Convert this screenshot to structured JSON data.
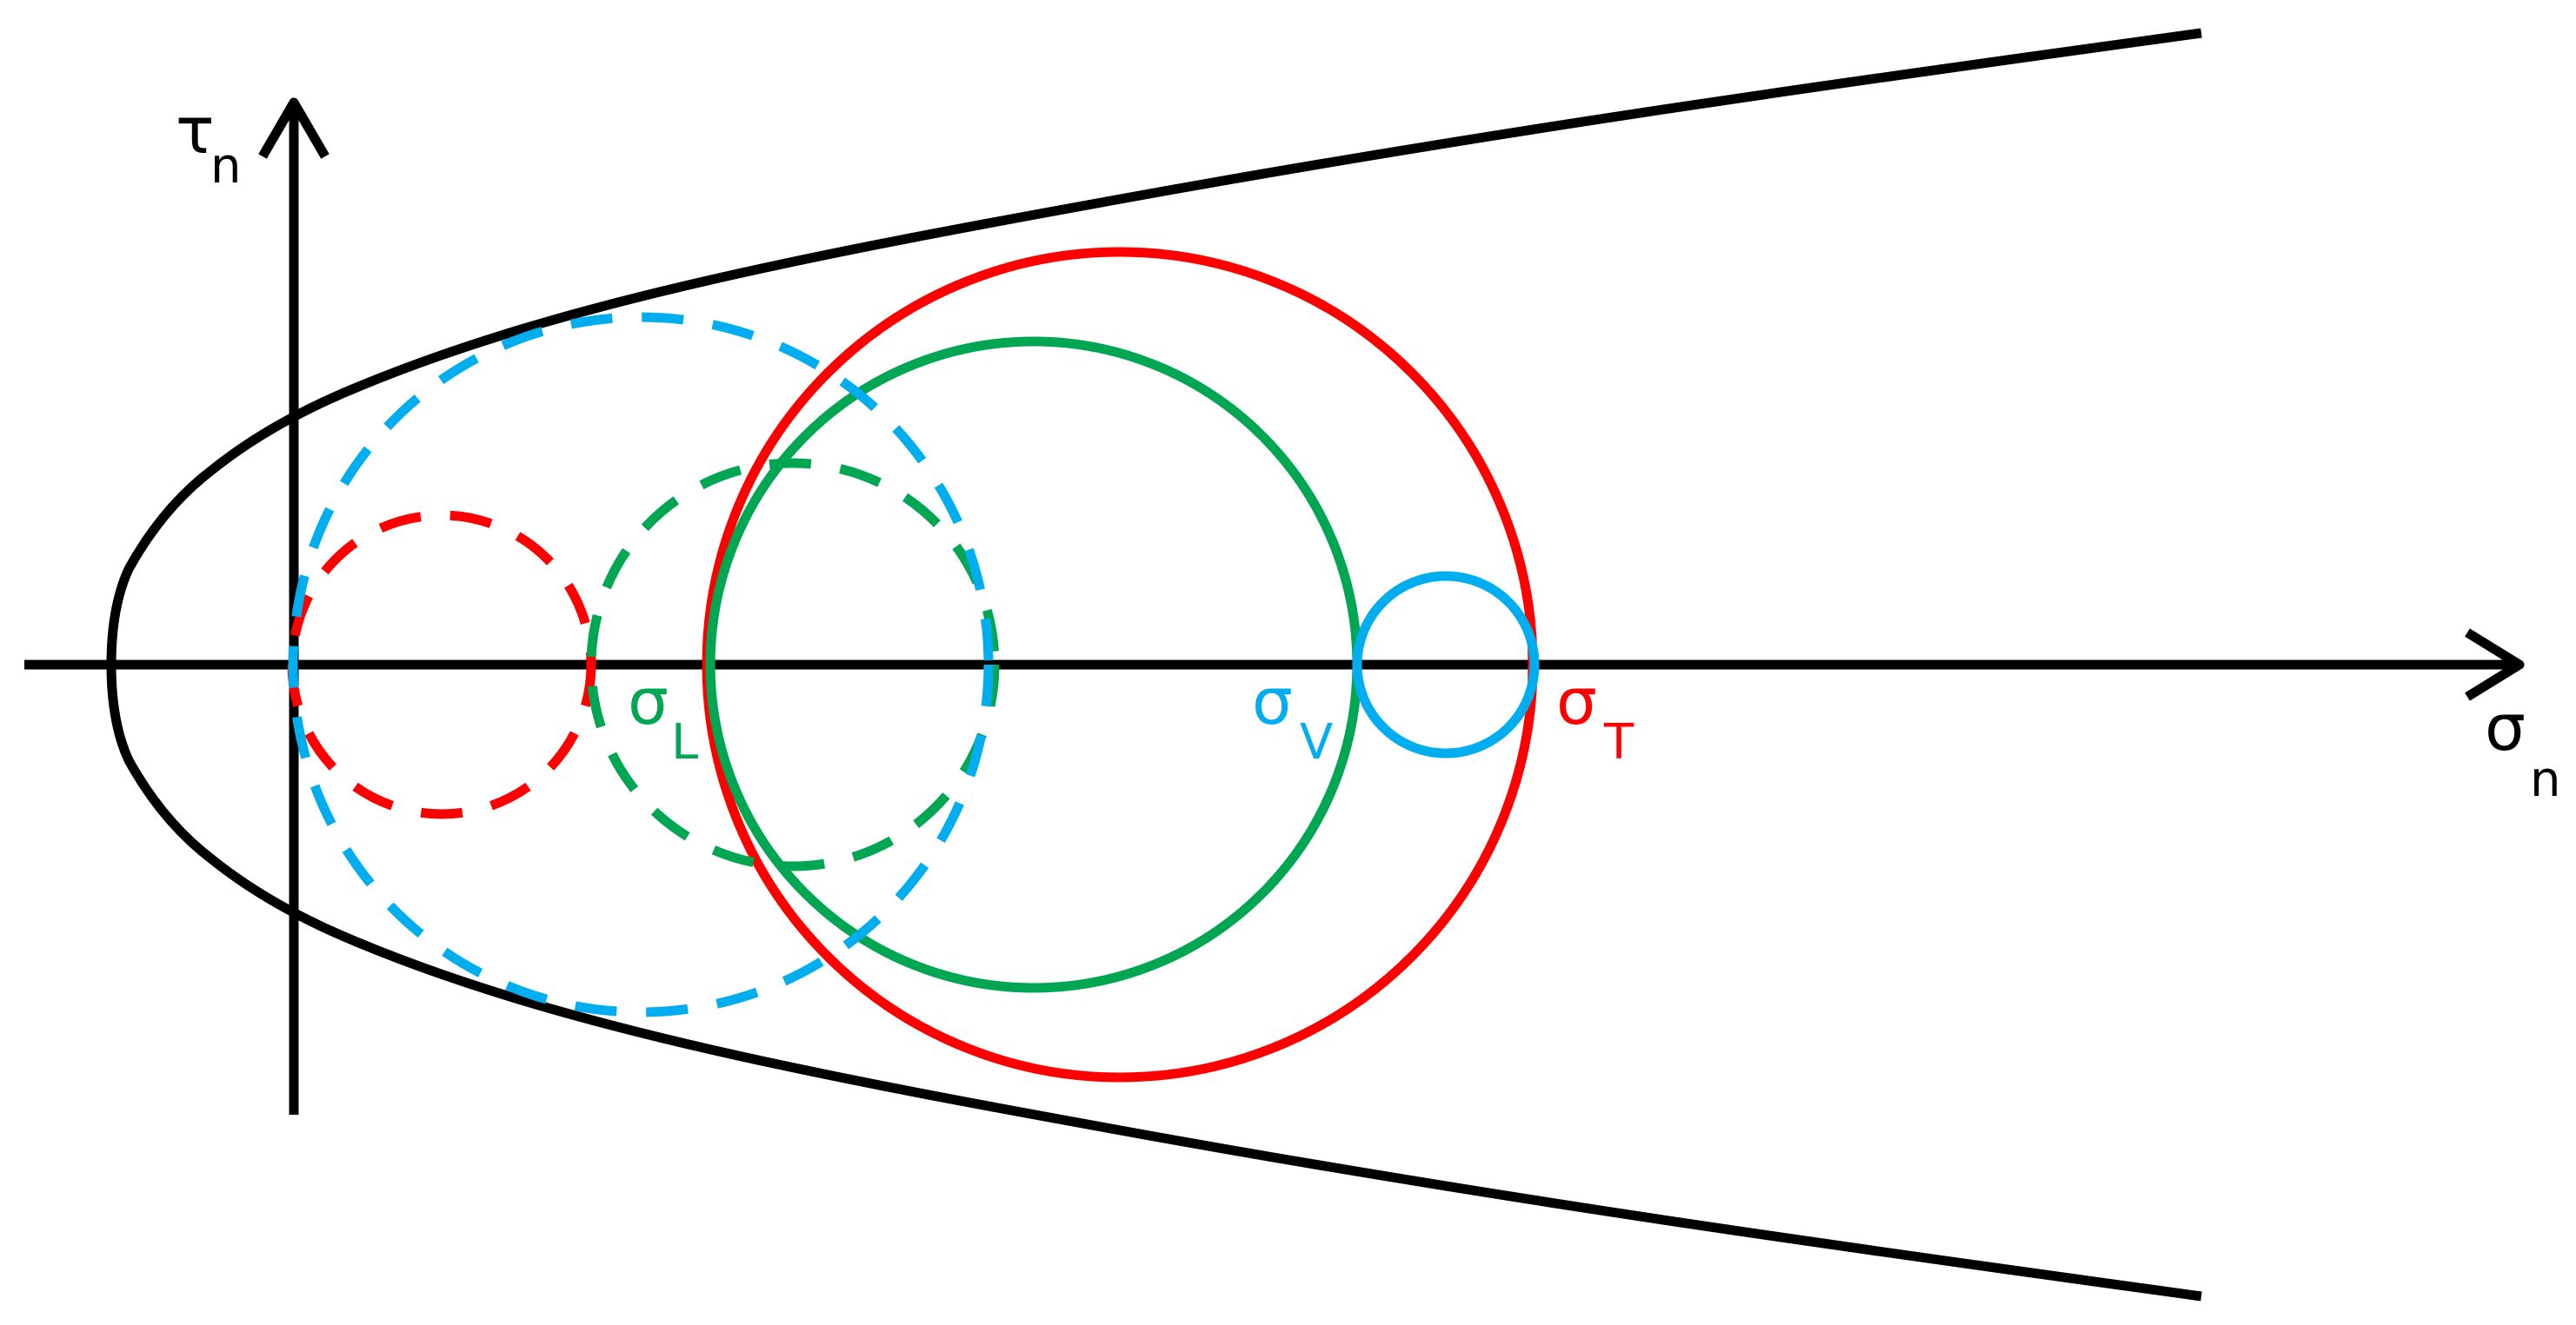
{
  "axes": {
    "tau": {
      "symbol": "τ",
      "subscript": "n"
    },
    "sigma": {
      "symbol": "σ",
      "subscript": "n"
    }
  },
  "points": {
    "sigma_L": {
      "symbol": "σ",
      "subscript": "L",
      "color": "#00a651"
    },
    "sigma_V": {
      "symbol": "σ",
      "subscript": "V",
      "color": "#00aeef"
    },
    "sigma_T": {
      "symbol": "σ",
      "subscript": "T",
      "color": "#ff0000"
    }
  },
  "colors": {
    "red": "#ff0000",
    "green": "#00a651",
    "blue": "#00aeef",
    "black": "#000000"
  },
  "circles": [
    {
      "name": "red-solid",
      "color": "red",
      "style": "solid"
    },
    {
      "name": "green-solid",
      "color": "green",
      "style": "solid"
    },
    {
      "name": "blue-solid",
      "color": "blue",
      "style": "solid"
    },
    {
      "name": "red-dashed",
      "color": "red",
      "style": "dashed"
    },
    {
      "name": "green-dashed",
      "color": "green",
      "style": "dashed"
    },
    {
      "name": "blue-dashed",
      "color": "blue",
      "style": "dashed"
    }
  ],
  "envelope": {
    "description_color": "black"
  }
}
